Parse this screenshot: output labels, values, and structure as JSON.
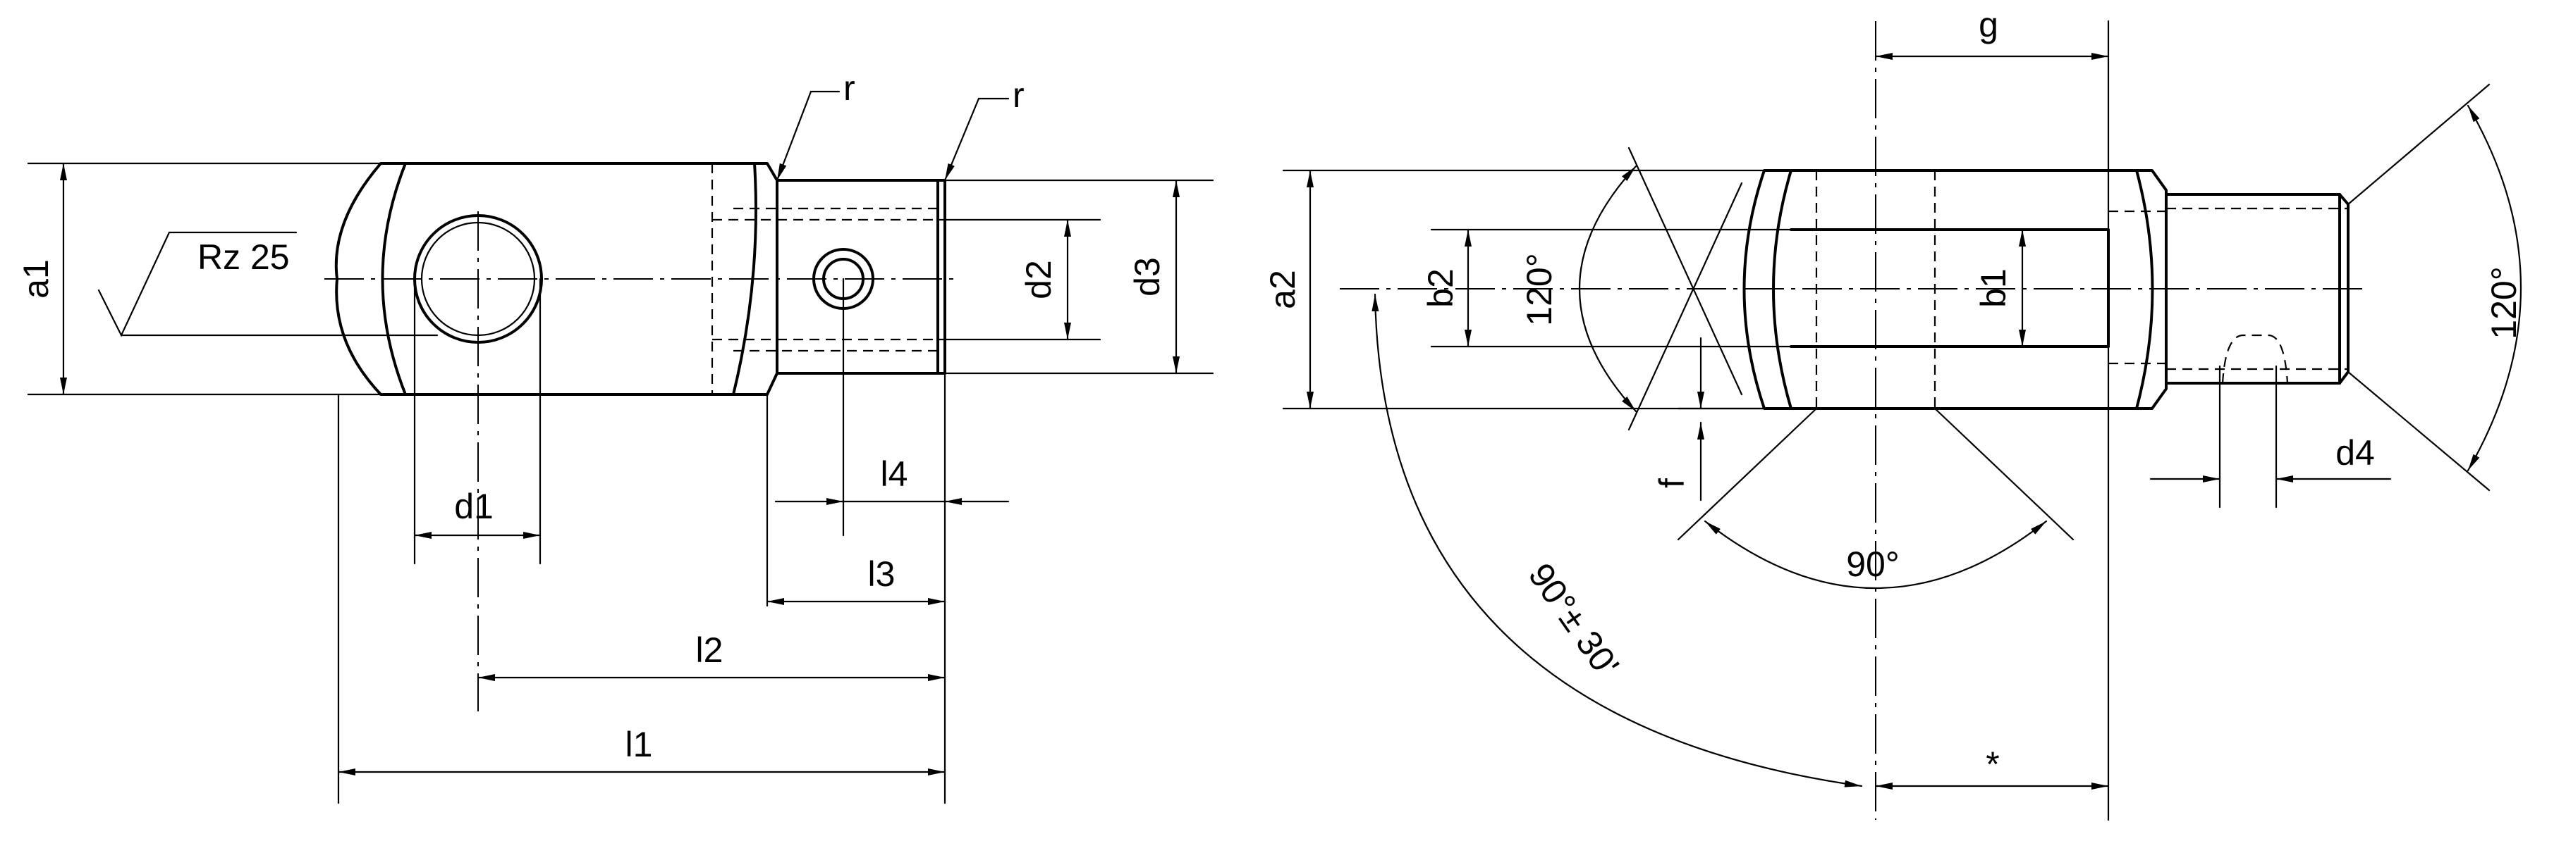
{
  "drawing": {
    "left_view": {
      "radius_label_top_left": "r",
      "radius_label_top_right": "r",
      "surface_roughness": "Rz 25",
      "dim_a1": "a1",
      "dim_d1": "d1",
      "dim_d2": "d2",
      "dim_d3": "d3",
      "dim_l1": "l1",
      "dim_l2": "l2",
      "dim_l3": "l3",
      "dim_l4": "l4"
    },
    "right_view": {
      "dim_g": "g",
      "dim_a2": "a2",
      "dim_b1": "b1",
      "dim_b2": "b2",
      "dim_d4": "d4",
      "dim_f": "f",
      "angle_slot": "120°",
      "angle_thread": "120°",
      "angle_chamfer": "90°",
      "angle_tolerance": "90°± 30'",
      "dim_star": "*"
    }
  }
}
